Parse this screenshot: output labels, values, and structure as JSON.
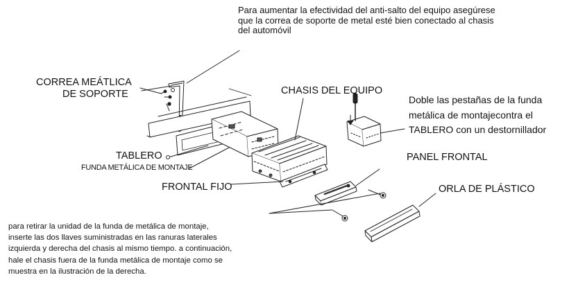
{
  "notes": {
    "anti_skip": "Para aumentar la efectividad del anti-salto del equipo  asegúrese que la correa de soporte de metal esté bien conectado al chasis del automóvil",
    "bend_tabs_lines": [
      "Doble las pestañas de la funda",
      "metálica de montajecontra el",
      "TABLERO con un destornillador"
    ],
    "removal_lines": [
      "para retirar la unidad de la funda de metálica de montaje,",
      "inserte las dos llaves suministradas en las ranuras laterales",
      "izquierda y derecha del chasis al mismo tiempo. a continuación,",
      "hale el chasis fuera de la funda metálica de montaje como se",
      "muestra en la ilustración de la derecha."
    ]
  },
  "labels": {
    "strap_line1": "CORREA MEÁTLICA",
    "strap_line2": "DE SOPORTE",
    "chassis": "CHASIS DEL EQUIPO",
    "dashboard": "TABLERO",
    "mounting_sleeve": "FUNDA METÁLICA DE MONTAJE",
    "fixed_front": "FRONTAL FIJO",
    "front_panel": "PANEL FRONTAL",
    "plastic_trim": "ORLA DE PLÁSTICO"
  }
}
